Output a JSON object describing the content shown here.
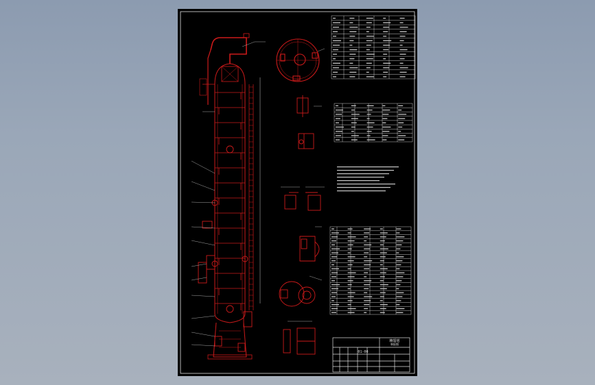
{
  "viewport": {
    "background": "#95a3b6"
  },
  "sheet": {
    "background": "#000000",
    "line_color": "#cc1a1a",
    "text_color": "#d9d9d9",
    "frame_color": "#e0e0e0"
  },
  "drawing": {
    "title_block": {
      "title_primary": "精馏塔",
      "title_secondary": "装配图",
      "number": "01-00"
    }
  }
}
